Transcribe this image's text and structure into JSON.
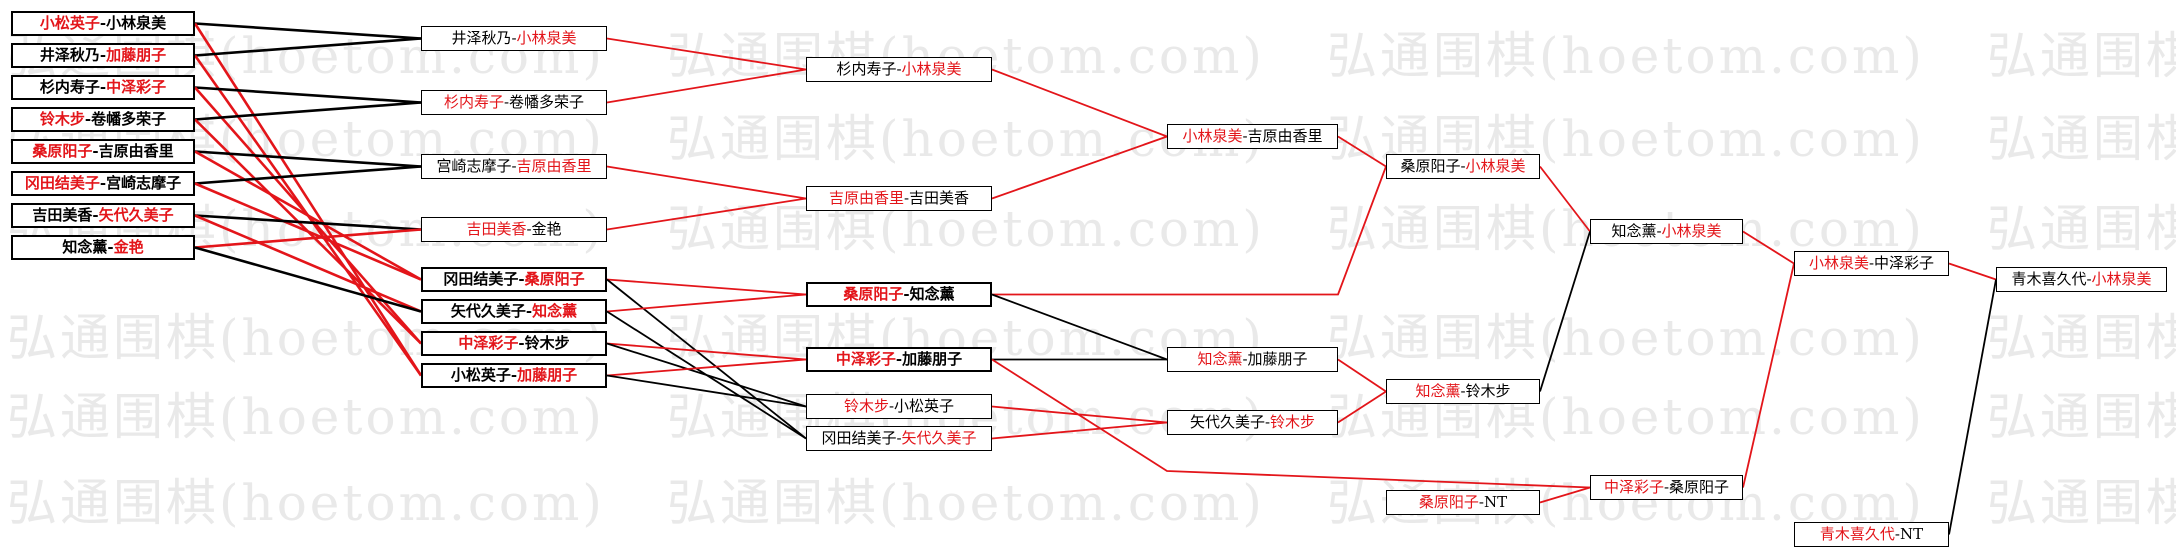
{
  "watermark": "弘通围棋(hoetom.com)",
  "separator": "-",
  "colors": {
    "highlight": "#e3151a",
    "text": "#000000",
    "line_red": "#e3151a",
    "line_black": "#000000",
    "watermark": "#e9e9e9"
  },
  "columns": [
    {
      "matches": [
        {
          "p1": "小松英子",
          "p2": "小林泉美",
          "highlight": 1,
          "bold": true
        },
        {
          "p1": "井泽秋乃",
          "p2": "加藤朋子",
          "highlight": 2,
          "bold": true
        },
        {
          "p1": "杉内寿子",
          "p2": "中泽彩子",
          "highlight": 2,
          "bold": true
        },
        {
          "p1": "铃木步",
          "p2": "卷幡多荣子",
          "highlight": 1,
          "bold": true
        },
        {
          "p1": "桑原阳子",
          "p2": "吉原由香里",
          "highlight": 1,
          "bold": true
        },
        {
          "p1": "冈田结美子",
          "p2": "宫崎志摩子",
          "highlight": 1,
          "bold": true
        },
        {
          "p1": "吉田美香",
          "p2": "矢代久美子",
          "highlight": 2,
          "bold": true
        },
        {
          "p1": "知念薰",
          "p2": "金艳",
          "highlight": 2,
          "bold": true
        }
      ]
    },
    {
      "matches": [
        {
          "p1": "井泽秋乃",
          "p2": "小林泉美",
          "highlight": 2,
          "bold": false
        },
        {
          "p1": "杉内寿子",
          "p2": "卷幡多荣子",
          "highlight": 1,
          "bold": false
        },
        {
          "p1": "宫崎志摩子",
          "p2": "吉原由香里",
          "highlight": 2,
          "bold": false
        },
        {
          "p1": "吉田美香",
          "p2": "金艳",
          "highlight": 1,
          "bold": false
        },
        {
          "p1": "冈田结美子",
          "p2": "桑原阳子",
          "highlight": 2,
          "bold": true
        },
        {
          "p1": "矢代久美子",
          "p2": "知念薰",
          "highlight": 2,
          "bold": true
        },
        {
          "p1": "中泽彩子",
          "p2": "铃木步",
          "highlight": 1,
          "bold": true
        },
        {
          "p1": "小松英子",
          "p2": "加藤朋子",
          "highlight": 2,
          "bold": true
        }
      ]
    },
    {
      "matches": [
        {
          "p1": "杉内寿子",
          "p2": "小林泉美",
          "highlight": 2,
          "bold": false
        },
        {
          "p1": "吉原由香里",
          "p2": "吉田美香",
          "highlight": 1,
          "bold": false
        },
        {
          "p1": "桑原阳子",
          "p2": "知念薰",
          "highlight": 1,
          "bold": true
        },
        {
          "p1": "中泽彩子",
          "p2": "加藤朋子",
          "highlight": 1,
          "bold": true
        },
        {
          "p1": "铃木步",
          "p2": "小松英子",
          "highlight": 1,
          "bold": false
        },
        {
          "p1": "冈田结美子",
          "p2": "矢代久美子",
          "highlight": 2,
          "bold": false
        }
      ]
    },
    {
      "matches": [
        {
          "p1": "小林泉美",
          "p2": "吉原由香里",
          "highlight": 1,
          "bold": false
        },
        {
          "p1": "知念薰",
          "p2": "加藤朋子",
          "highlight": 1,
          "bold": false
        },
        {
          "p1": "矢代久美子",
          "p2": "铃木步",
          "highlight": 2,
          "bold": false
        }
      ]
    },
    {
      "matches": [
        {
          "p1": "桑原阳子",
          "p2": "小林泉美",
          "highlight": 2,
          "bold": false
        },
        {
          "p1": "知念薰",
          "p2": "铃木步",
          "highlight": 1,
          "bold": false
        },
        {
          "p1": "桑原阳子",
          "p2": "NT",
          "highlight": 1,
          "bold": false
        }
      ]
    },
    {
      "matches": [
        {
          "p1": "知念薰",
          "p2": "小林泉美",
          "highlight": 2,
          "bold": false
        },
        {
          "p1": "中泽彩子",
          "p2": "桑原阳子",
          "highlight": 1,
          "bold": false
        }
      ]
    },
    {
      "matches": [
        {
          "p1": "小林泉美",
          "p2": "中泽彩子",
          "highlight": 1,
          "bold": false
        },
        {
          "p1": "青木喜久代",
          "p2": "NT",
          "highlight": 1,
          "bold": false
        }
      ]
    },
    {
      "matches": [
        {
          "p1": "青木喜久代",
          "p2": "小林泉美",
          "highlight": 2,
          "bold": false
        }
      ]
    }
  ],
  "connectors": [
    {
      "from": [
        0,
        0
      ],
      "to": [
        1,
        0
      ],
      "color": "black"
    },
    {
      "from": [
        0,
        0
      ],
      "to": [
        1,
        7
      ],
      "color": "red"
    },
    {
      "from": [
        0,
        1
      ],
      "to": [
        1,
        0
      ],
      "color": "black"
    },
    {
      "from": [
        0,
        1
      ],
      "to": [
        1,
        7
      ],
      "color": "red"
    },
    {
      "from": [
        0,
        2
      ],
      "to": [
        1,
        1
      ],
      "color": "black"
    },
    {
      "from": [
        0,
        2
      ],
      "to": [
        1,
        6
      ],
      "color": "red"
    },
    {
      "from": [
        0,
        3
      ],
      "to": [
        1,
        1
      ],
      "color": "black"
    },
    {
      "from": [
        0,
        3
      ],
      "to": [
        1,
        6
      ],
      "color": "red"
    },
    {
      "from": [
        0,
        4
      ],
      "to": [
        1,
        2
      ],
      "color": "black"
    },
    {
      "from": [
        0,
        4
      ],
      "to": [
        1,
        4
      ],
      "color": "red"
    },
    {
      "from": [
        0,
        5
      ],
      "to": [
        1,
        2
      ],
      "color": "black"
    },
    {
      "from": [
        0,
        5
      ],
      "to": [
        1,
        4
      ],
      "color": "red"
    },
    {
      "from": [
        0,
        6
      ],
      "to": [
        1,
        3
      ],
      "color": "black"
    },
    {
      "from": [
        0,
        6
      ],
      "to": [
        1,
        5
      ],
      "color": "red"
    },
    {
      "from": [
        0,
        7
      ],
      "to": [
        1,
        3
      ],
      "color": "red"
    },
    {
      "from": [
        0,
        7
      ],
      "to": [
        1,
        5
      ],
      "color": "black"
    },
    {
      "from": [
        1,
        0
      ],
      "to": [
        2,
        0
      ],
      "color": "red"
    },
    {
      "from": [
        1,
        1
      ],
      "to": [
        2,
        0
      ],
      "color": "red"
    },
    {
      "from": [
        1,
        2
      ],
      "to": [
        2,
        1
      ],
      "color": "red"
    },
    {
      "from": [
        1,
        3
      ],
      "to": [
        2,
        1
      ],
      "color": "red"
    },
    {
      "from": [
        1,
        4
      ],
      "to": [
        2,
        2
      ],
      "color": "red"
    },
    {
      "from": [
        1,
        4
      ],
      "to": [
        2,
        5
      ],
      "color": "black"
    },
    {
      "from": [
        1,
        5
      ],
      "to": [
        2,
        2
      ],
      "color": "red"
    },
    {
      "from": [
        1,
        5
      ],
      "to": [
        2,
        5
      ],
      "color": "black"
    },
    {
      "from": [
        1,
        6
      ],
      "to": [
        2,
        3
      ],
      "color": "red"
    },
    {
      "from": [
        1,
        6
      ],
      "to": [
        2,
        4
      ],
      "color": "black"
    },
    {
      "from": [
        1,
        7
      ],
      "to": [
        2,
        3
      ],
      "color": "red"
    },
    {
      "from": [
        1,
        7
      ],
      "to": [
        2,
        4
      ],
      "color": "black"
    },
    {
      "from": [
        2,
        0
      ],
      "to": [
        3,
        0
      ],
      "color": "red"
    },
    {
      "from": [
        2,
        1
      ],
      "to": [
        3,
        0
      ],
      "color": "red"
    },
    {
      "from": [
        2,
        2
      ],
      "to": [
        4,
        0
      ],
      "color": "red"
    },
    {
      "from": [
        2,
        2
      ],
      "to": [
        3,
        1
      ],
      "color": "black"
    },
    {
      "from": [
        2,
        3
      ],
      "to": [
        3,
        1
      ],
      "color": "black"
    },
    {
      "from": [
        2,
        3
      ],
      "to": [
        5,
        1
      ],
      "color": "red"
    },
    {
      "from": [
        2,
        4
      ],
      "to": [
        3,
        2
      ],
      "color": "red"
    },
    {
      "from": [
        2,
        5
      ],
      "to": [
        3,
        2
      ],
      "color": "red"
    },
    {
      "from": [
        3,
        0
      ],
      "to": [
        4,
        0
      ],
      "color": "red"
    },
    {
      "from": [
        3,
        1
      ],
      "to": [
        4,
        1
      ],
      "color": "red"
    },
    {
      "from": [
        3,
        2
      ],
      "to": [
        4,
        1
      ],
      "color": "red"
    },
    {
      "from": [
        4,
        0
      ],
      "to": [
        5,
        0
      ],
      "color": "red"
    },
    {
      "from": [
        4,
        1
      ],
      "to": [
        5,
        0
      ],
      "color": "black"
    },
    {
      "from": [
        4,
        2
      ],
      "to": [
        5,
        1
      ],
      "color": "red"
    },
    {
      "from": [
        5,
        0
      ],
      "to": [
        6,
        0
      ],
      "color": "red"
    },
    {
      "from": [
        5,
        1
      ],
      "to": [
        6,
        0
      ],
      "color": "red"
    },
    {
      "from": [
        6,
        0
      ],
      "to": [
        7,
        0
      ],
      "color": "red"
    },
    {
      "from": [
        6,
        1
      ],
      "to": [
        7,
        0
      ],
      "color": "black"
    }
  ]
}
